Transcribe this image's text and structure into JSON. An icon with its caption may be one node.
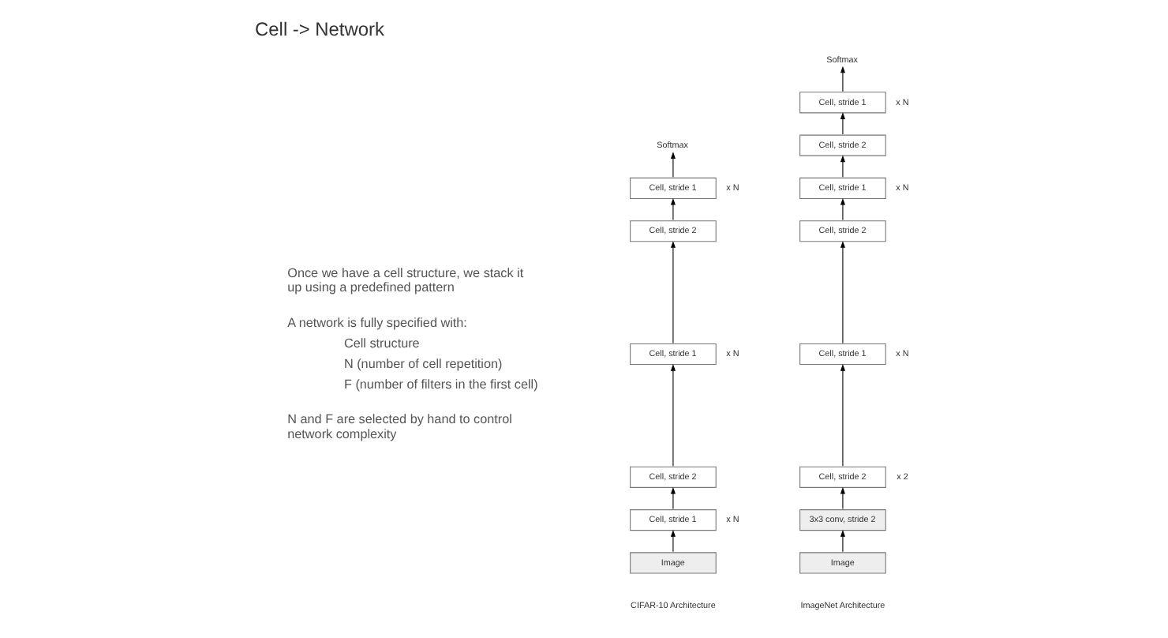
{
  "diagram": {
    "title": "Cell -> Network",
    "nodes": [
      {
        "text": [
          "Image"
        ]
      },
      {
        "text": [
          "Cell, stride 1"
        ],
        "beside": [
          "x N"
        ]
      },
      {
        "text": [
          "Cell, stride 2"
        ]
      },
      {
        "text": [
          "Cell, stride 1"
        ],
        "beside": [
          "x N"
        ]
      },
      {
        "text": [
          "Cell, stride 2"
        ]
      },
      {
        "text": [
          "Cell, stride 1"
        ],
        "beside": [
          "x N"
        ]
      },
      {
        "text": [
          "Softmax"
        ]
      },
      {
        "text": [
          "Image"
        ]
      },
      {
        "text": [
          "3x3 conv, stride 2"
        ]
      },
      {
        "text": [
          "Cell, stride 2"
        ],
        "beside": [
          "x 2"
        ]
      },
      {
        "text": [
          "Cell, stride 1"
        ],
        "beside": [
          "x N"
        ]
      },
      {
        "text": [
          "Cell, stride 2"
        ]
      },
      {
        "text": [
          "Cell, stride 1"
        ],
        "beside": [
          "x N"
        ]
      },
      {
        "text": [
          "Cell, stride 2"
        ]
      },
      {
        "text": [
          "Cell, stride 1"
        ],
        "beside": [
          "x N"
        ]
      },
      {
        "text": [
          "Softmax"
        ]
      }
    ],
    "edges": [
      {
        "from": 0,
        "to": 1,
        "arrow": "to"
      },
      {
        "from": 1,
        "to": 2,
        "arrow": "to"
      },
      {
        "from": 2,
        "to": 3,
        "arrow": "to"
      },
      {
        "from": 3,
        "to": 4,
        "arrow": "to"
      },
      {
        "from": 4,
        "to": 5,
        "arrow": "to"
      },
      {
        "from": 5,
        "to": 6,
        "arrow": "to"
      },
      {
        "from": 7,
        "to": 8,
        "arrow": "to"
      },
      {
        "from": 8,
        "to": 9,
        "arrow": "to"
      },
      {
        "from": 9,
        "to": 10,
        "arrow": "to"
      },
      {
        "from": 10,
        "to": 11,
        "arrow": "to"
      },
      {
        "from": 11,
        "to": 12,
        "arrow": "to"
      },
      {
        "from": 12,
        "to": 13,
        "arrow": "to"
      },
      {
        "from": 13,
        "to": 14,
        "arrow": "to"
      },
      {
        "from": 14,
        "to": 15,
        "arrow": "to"
      }
    ],
    "labels": [
      "Once we have a cell structure, we stack it up using a predefined pattern",
      "A network is fully specified with:",
      "Cell structure",
      "N (number of cell repetition)",
      "F (number of filters in the first cell)",
      "N and F are selected by hand to control network complexity",
      "CIFAR-10 Architecture",
      "ImageNet Architecture"
    ]
  }
}
